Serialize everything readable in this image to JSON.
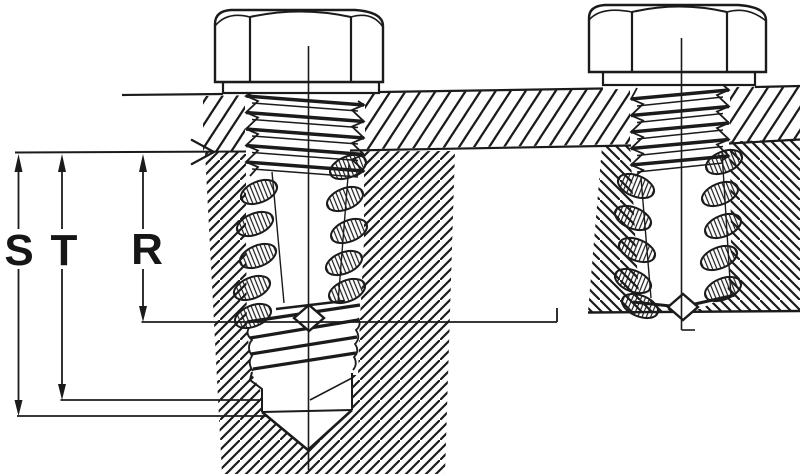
{
  "figure": {
    "title": "Tapped hole depth diagram with two hex-head cap screws",
    "type": "engineering-section-drawing",
    "background_color": "#ffffff",
    "line_color": "#1b1b1b"
  },
  "dimensions": {
    "s": {
      "label": "S"
    },
    "t": {
      "label": "T"
    },
    "r": {
      "label": "R"
    }
  },
  "parts": {
    "left_bolt": "hex-head screw in blind tapped hole with drill point below",
    "right_bolt": "hex-head screw in through tapped hole",
    "plate": "clamped top plate (section hatched)",
    "reference_arrow": "open arrowhead on reference line pointing right"
  }
}
